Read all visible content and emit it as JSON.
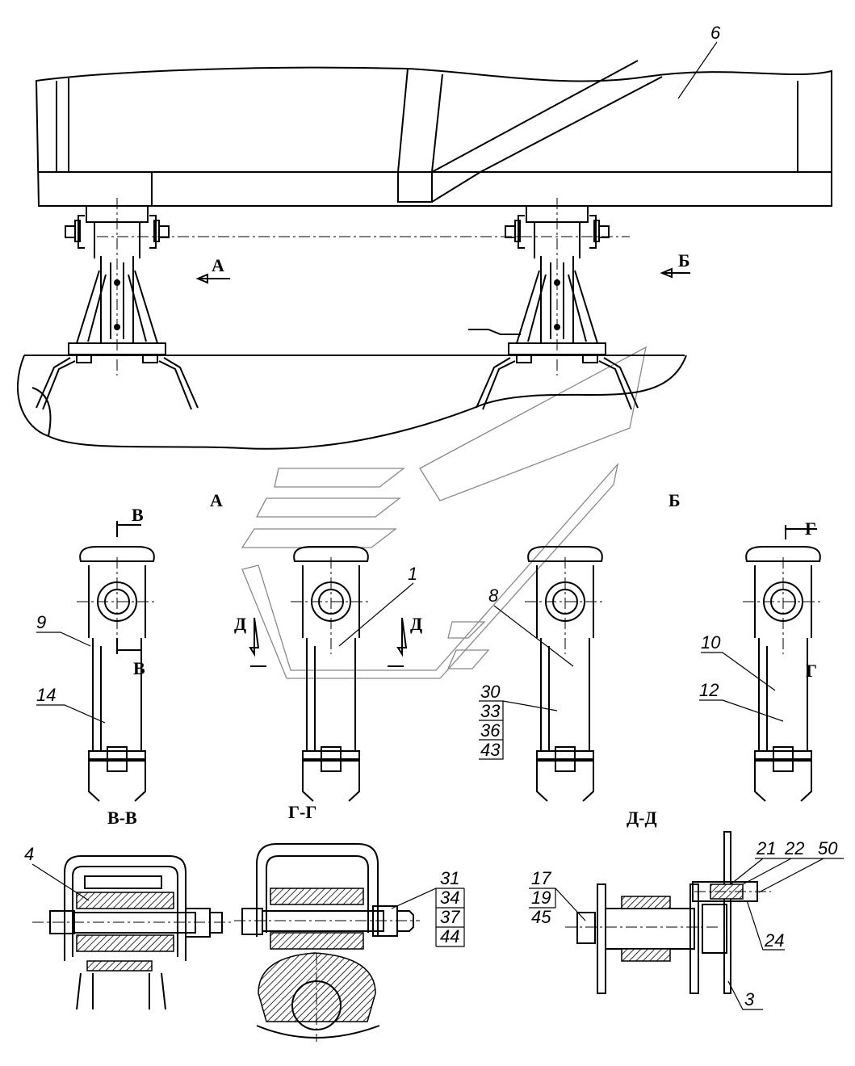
{
  "drawing": {
    "part_label_frame": "6",
    "view_arrow_a": "А",
    "view_arrow_b": "Б",
    "view_title_a": "А",
    "view_title_b": "Б",
    "cut_v_top": "В",
    "cut_v_bottom": "В",
    "cut_d_left": "Д",
    "cut_d_right": "Д",
    "cut_g_top": "Г",
    "cut_g_bottom": "Г",
    "part_1": "1",
    "part_8": "8",
    "part_9": "9",
    "part_14": "14",
    "part_10": "10",
    "part_12": "12",
    "stack_b": [
      "30",
      "33",
      "36",
      "43"
    ],
    "section_vv": "В-В",
    "section_gg": "Г-Г",
    "section_dd": "Д-Д",
    "part_4": "4",
    "stack_gg": [
      "31",
      "34",
      "37",
      "44"
    ],
    "stack_dd": [
      "17",
      "19",
      "45"
    ],
    "part_21": "21",
    "part_22": "22",
    "part_50": "50",
    "part_24": "24",
    "part_3": "3"
  }
}
